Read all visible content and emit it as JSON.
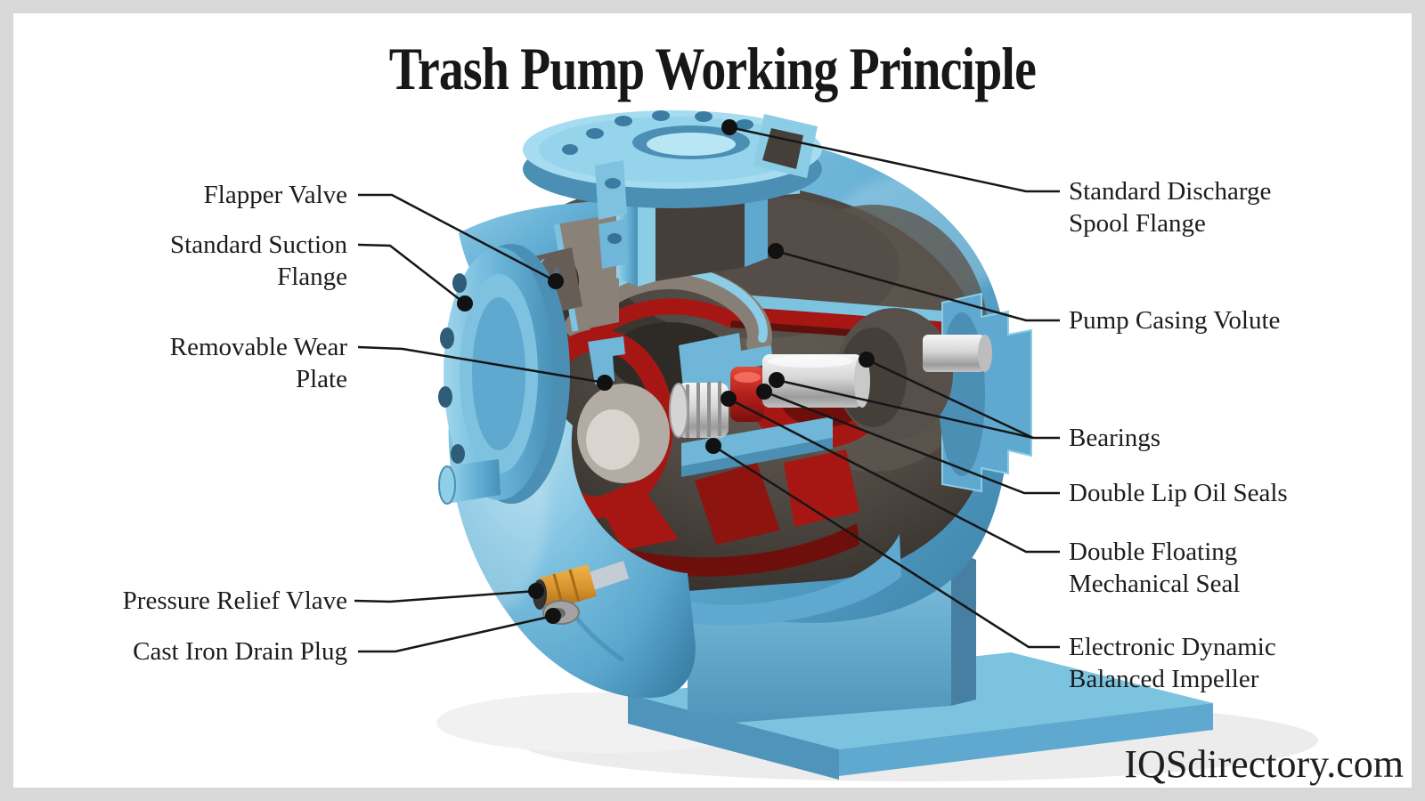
{
  "title": "Trash Pump Working Principle",
  "watermark": "IQSdirectory.com",
  "colors": {
    "pump_blue": "#62aed4",
    "pump_blue_light": "#a5dcf0",
    "pump_blue_dark": "#3e82a8",
    "cut_face_blue": "#8ccde6",
    "interior_dark": "#4c453f",
    "impeller_red": "#b51f1c",
    "shaft_silver": "#d6d6d6",
    "valve_orange": "#d9952f",
    "leader_line": "#161616",
    "frame_grey": "#d8d8d8",
    "text": "#1c1c1c",
    "background": "#ffffff"
  },
  "labels": {
    "left": [
      {
        "name": "flapper-valve",
        "lines": [
          "Flapper Valve"
        ]
      },
      {
        "name": "standard-suction-flange",
        "lines": [
          "Standard Suction",
          "Flange"
        ]
      },
      {
        "name": "removable-wear-plate",
        "lines": [
          "Removable Wear",
          "Plate"
        ]
      },
      {
        "name": "pressure-relief-valve",
        "lines": [
          "Pressure Relief Vlave"
        ]
      },
      {
        "name": "cast-iron-drain-plug",
        "lines": [
          "Cast Iron Drain Plug"
        ]
      }
    ],
    "right": [
      {
        "name": "standard-discharge-spool-flange",
        "lines": [
          "Standard Discharge",
          "Spool Flange"
        ]
      },
      {
        "name": "pump-casing-volute",
        "lines": [
          "Pump Casing Volute"
        ]
      },
      {
        "name": "bearings",
        "lines": [
          "Bearings"
        ]
      },
      {
        "name": "double-lip-oil-seals",
        "lines": [
          "Double Lip Oil Seals"
        ]
      },
      {
        "name": "double-floating-mechanical-seal",
        "lines": [
          "Double Floating",
          "Mechanical Seal"
        ]
      },
      {
        "name": "electronic-dynamic-balanced-impeller",
        "lines": [
          "Electronic Dynamic",
          "Balanced Impeller"
        ]
      }
    ]
  }
}
